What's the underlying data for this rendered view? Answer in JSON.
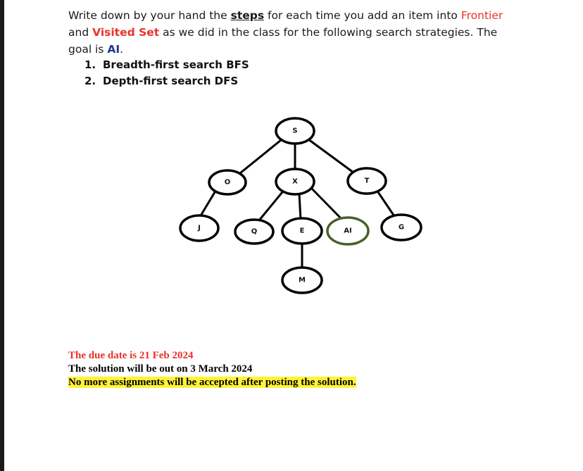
{
  "intro": {
    "part1": "Write down by your hand the ",
    "steps": "steps",
    "part2": " for each time you add an item into ",
    "frontier": "Frontier",
    "part3": " and ",
    "visited": "Visited Set",
    "part4": " as we did in the class for the following search strategies. The goal is ",
    "goal": "AI",
    "part5": "."
  },
  "list": [
    {
      "num": "1.",
      "text": "Breadth-first search BFS"
    },
    {
      "num": "2.",
      "text": "Depth-first search DFS"
    }
  ],
  "tree": {
    "nodes": {
      "s": "S",
      "o": "O",
      "x": "X",
      "t": "T",
      "j": "J",
      "q": "Q",
      "e": "E",
      "ai": "AI",
      "g": "G",
      "m": "M"
    },
    "goal_color": "#4b5f2a"
  },
  "footer": {
    "due": "The due date is 21 Feb 2024",
    "solution": "The solution will be out on 3 March 2024",
    "notice": "No more assignments will be accepted after posting the solution."
  }
}
